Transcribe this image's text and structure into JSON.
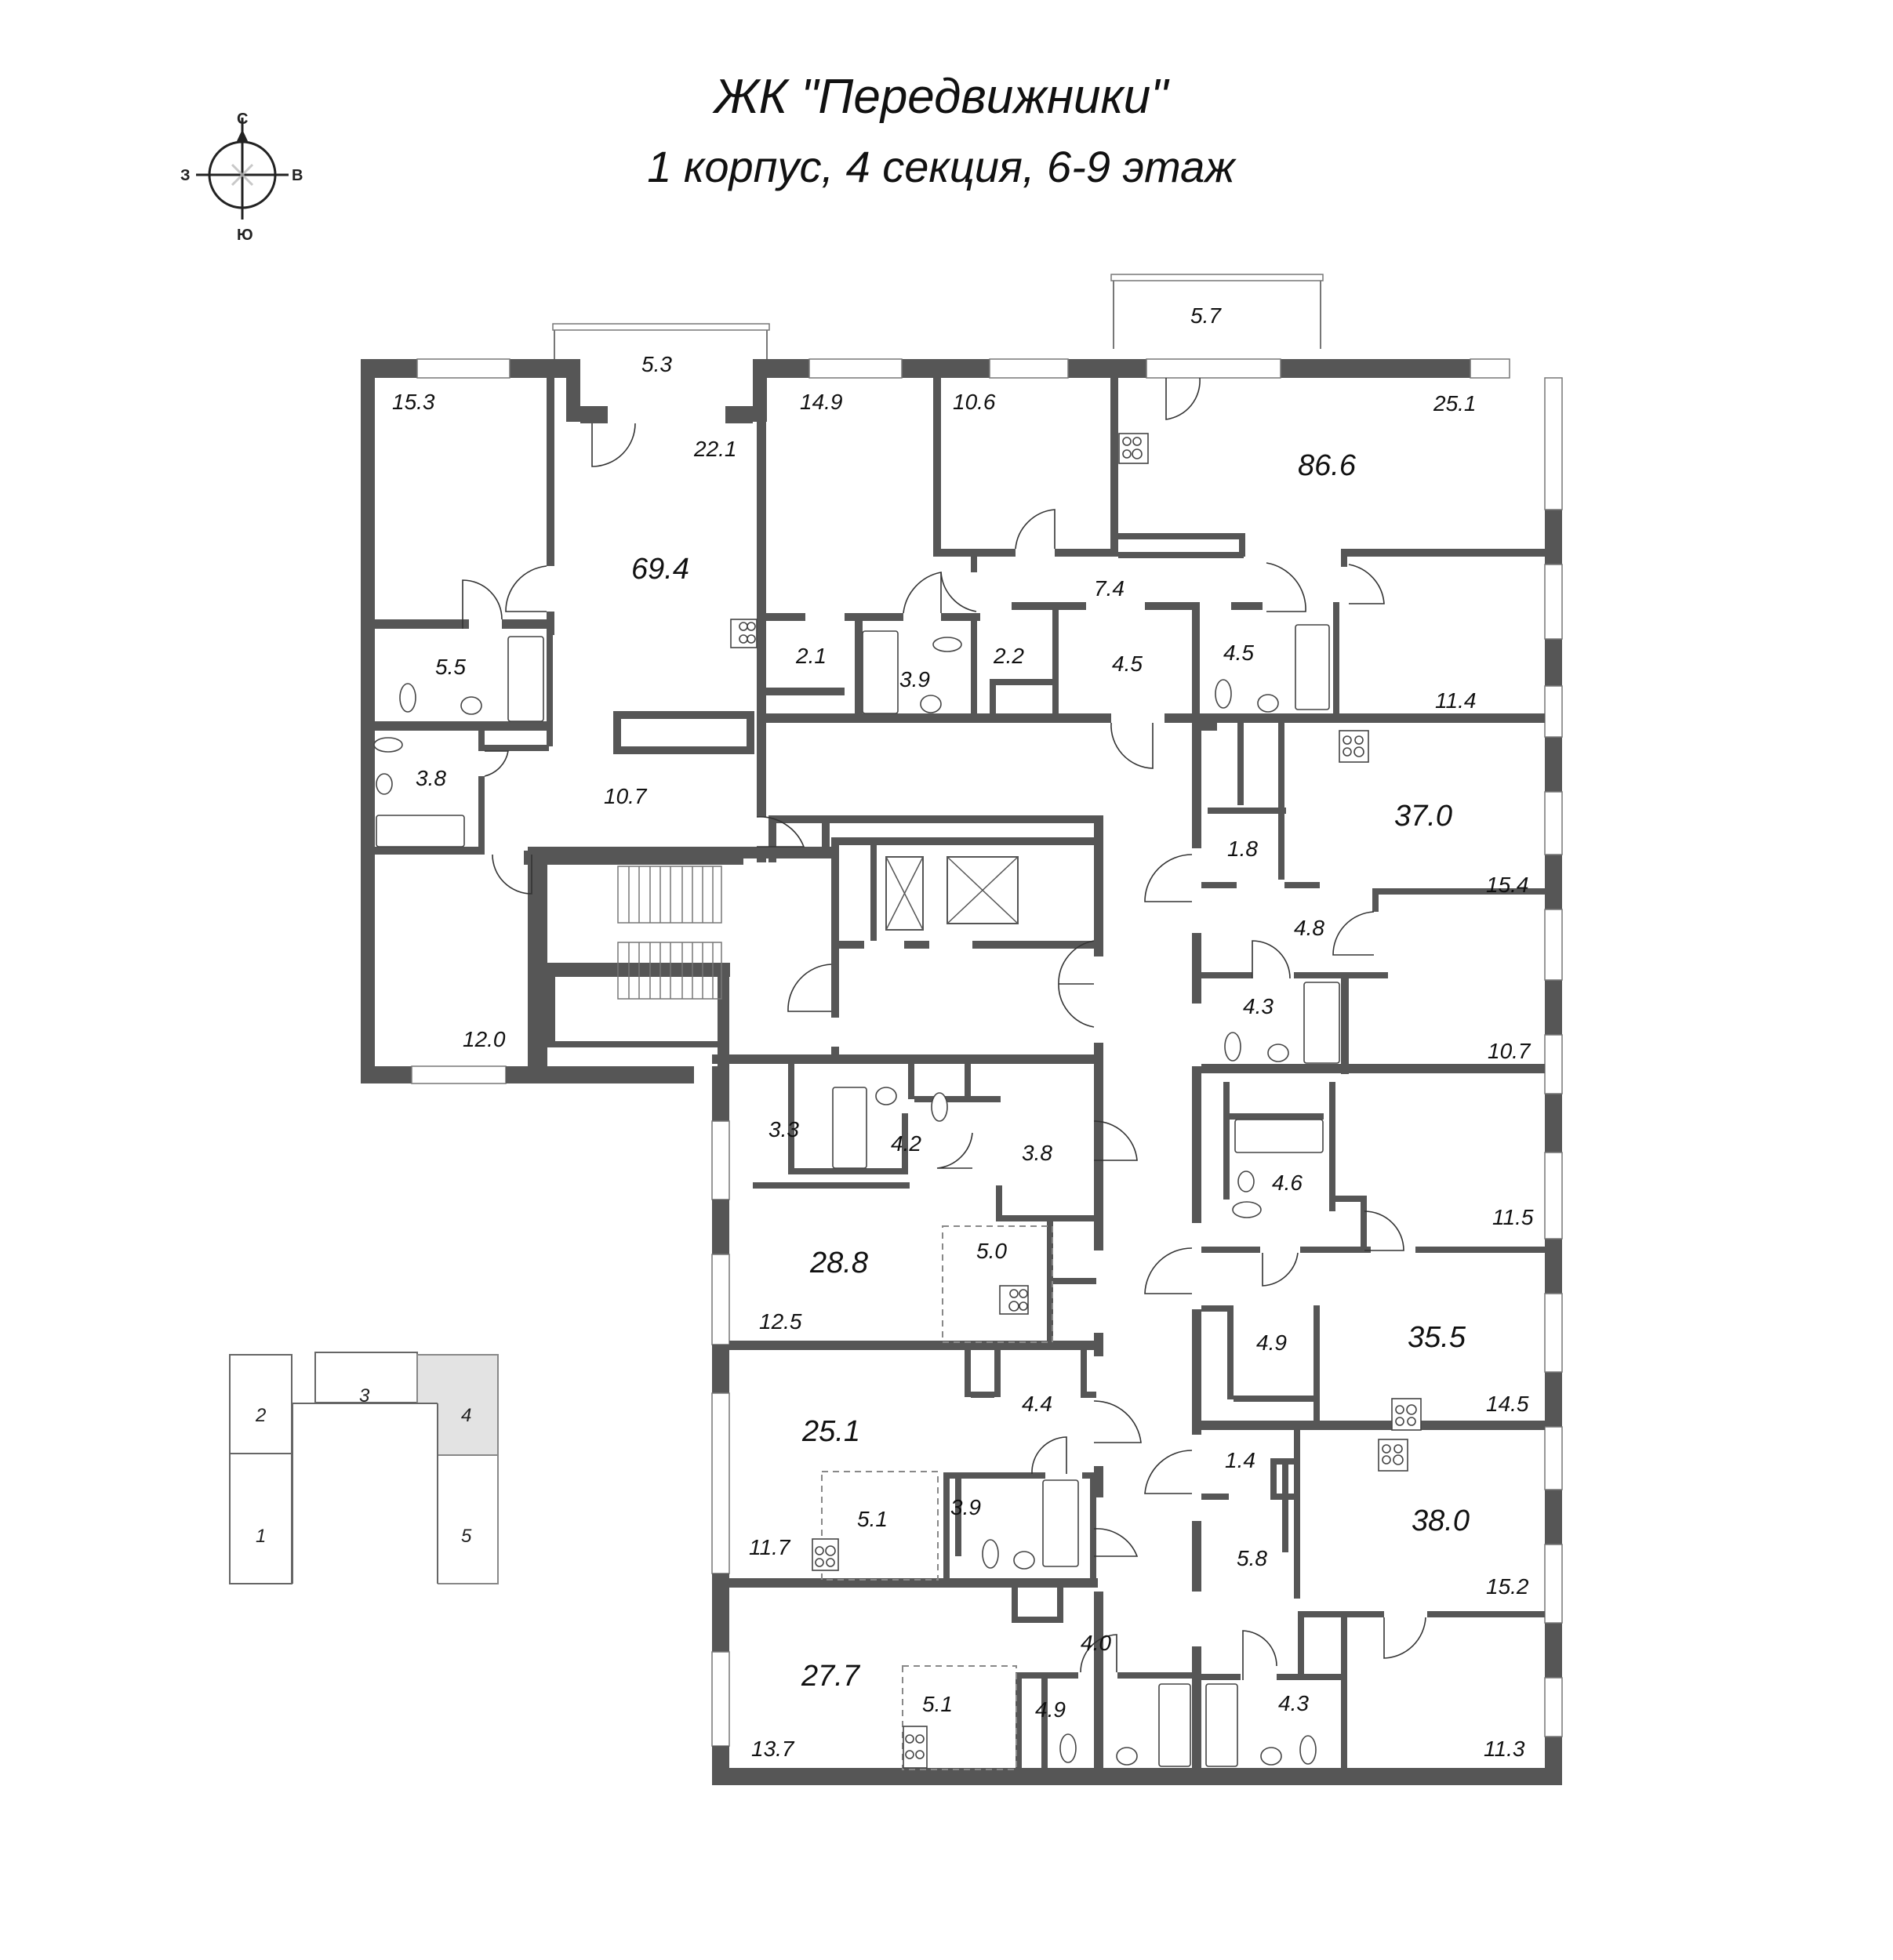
{
  "header": {
    "title": "ЖК \"Передвижники\"",
    "subtitle": "1 корпус, 4 секция, 6-9 этаж"
  },
  "compass": {
    "north": "С",
    "south": "Ю",
    "west": "З",
    "east": "В",
    "icon": "compass-rose-icon"
  },
  "key_plan": {
    "sections": [
      {
        "id": "1",
        "label": "1",
        "highlighted": false
      },
      {
        "id": "2",
        "label": "2",
        "highlighted": false
      },
      {
        "id": "3",
        "label": "3",
        "highlighted": false
      },
      {
        "id": "4",
        "label": "4",
        "highlighted": true
      },
      {
        "id": "5",
        "label": "5",
        "highlighted": false
      }
    ],
    "highlight_color": "#e3e3e3"
  },
  "colors": {
    "wall": "#565656",
    "background": "#ffffff",
    "text": "#111111"
  },
  "apartments": [
    {
      "id": "apt-69-4",
      "total": "69.4",
      "rooms": {
        "bedroom": "15.3",
        "balcony": "5.3",
        "living_kitchen": "22.1",
        "bathroom": "5.5",
        "wc": "3.8",
        "hall": "10.7",
        "bedroom2": "12.0"
      }
    },
    {
      "id": "apt-86-6",
      "total": "86.6",
      "rooms": {
        "bedroom1": "14.9",
        "bedroom2": "10.6",
        "balcony": "5.7",
        "living_kitchen": "25.1",
        "storage1": "2.1",
        "bath1": "3.9",
        "storage2": "2.2",
        "hall": "7.4",
        "hall2": "4.5",
        "bath2": "4.5",
        "bedroom3": "11.4"
      }
    },
    {
      "id": "apt-37-0",
      "total": "37.0",
      "rooms": {
        "storage": "1.8",
        "living_kitchen": "15.4",
        "hall": "4.8",
        "bath": "4.3",
        "bedroom": "10.7"
      }
    },
    {
      "id": "apt-35-5",
      "total": "35.5",
      "rooms": {
        "bath": "4.6",
        "bedroom": "11.5",
        "hall": "4.9",
        "living_kitchen": "14.5"
      }
    },
    {
      "id": "apt-38-0",
      "total": "38.0",
      "rooms": {
        "storage": "1.4",
        "hall": "5.8",
        "living_kitchen": "15.2",
        "bath": "4.3",
        "bedroom": "11.3"
      }
    },
    {
      "id": "apt-28-8",
      "total": "28.8",
      "rooms": {
        "storage": "3.3",
        "bath": "4.2",
        "hall": "3.8",
        "kitchen": "5.0",
        "living": "12.5"
      }
    },
    {
      "id": "apt-25-1",
      "total": "25.1",
      "rooms": {
        "hall": "4.4",
        "kitchen": "5.1",
        "living": "11.7",
        "bath": "3.9"
      }
    },
    {
      "id": "apt-27-7",
      "total": "27.7",
      "rooms": {
        "hall": "4.0",
        "kitchen": "5.1",
        "living": "13.7",
        "bath": "4.9"
      }
    }
  ]
}
